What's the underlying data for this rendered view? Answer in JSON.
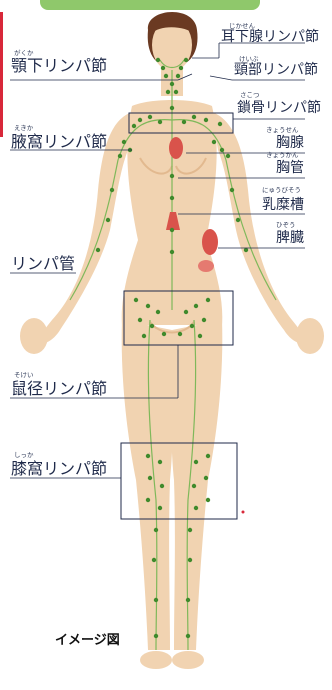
{
  "labels": {
    "jikasen": {
      "text": "耳下腺リンパ節",
      "reading": "じかせん"
    },
    "gakuka": {
      "text": "顎下リンパ節",
      "reading": "がくか"
    },
    "keibu": {
      "text": "頸部リンパ節",
      "reading": "けいぶ"
    },
    "sakotsu": {
      "text": "鎖骨リンパ節",
      "reading": "さこつ"
    },
    "ekika": {
      "text": "腋窩リンパ節",
      "reading": "えきか"
    },
    "kyousen": {
      "text": "胸腺",
      "reading": "きょうせん"
    },
    "kyoukan": {
      "text": "胸管",
      "reading": "きょうかん"
    },
    "nyubisou": {
      "text": "乳糜槽",
      "reading": "にゅうびそう"
    },
    "hizou": {
      "text": "脾臓",
      "reading": "ひぞう"
    },
    "rinpakan": {
      "text": "リンパ管"
    },
    "sokei": {
      "text": "鼠径リンパ節",
      "reading": "そけい"
    },
    "shikka": {
      "text": "膝窩リンパ節",
      "reading": "しっか"
    }
  },
  "caption": "イメージ図",
  "colors": {
    "skin": "#f1d3b1",
    "skin_shadow": "#e2b98f",
    "hair": "#6b3a22",
    "lymph_node": "#3f8a2c",
    "lymph_vessel": "#7fb85a",
    "organ": "#d9534b",
    "label_text": "#1f2a4a",
    "top_bar": "#8fc86b",
    "side_bar": "#d8283a"
  }
}
